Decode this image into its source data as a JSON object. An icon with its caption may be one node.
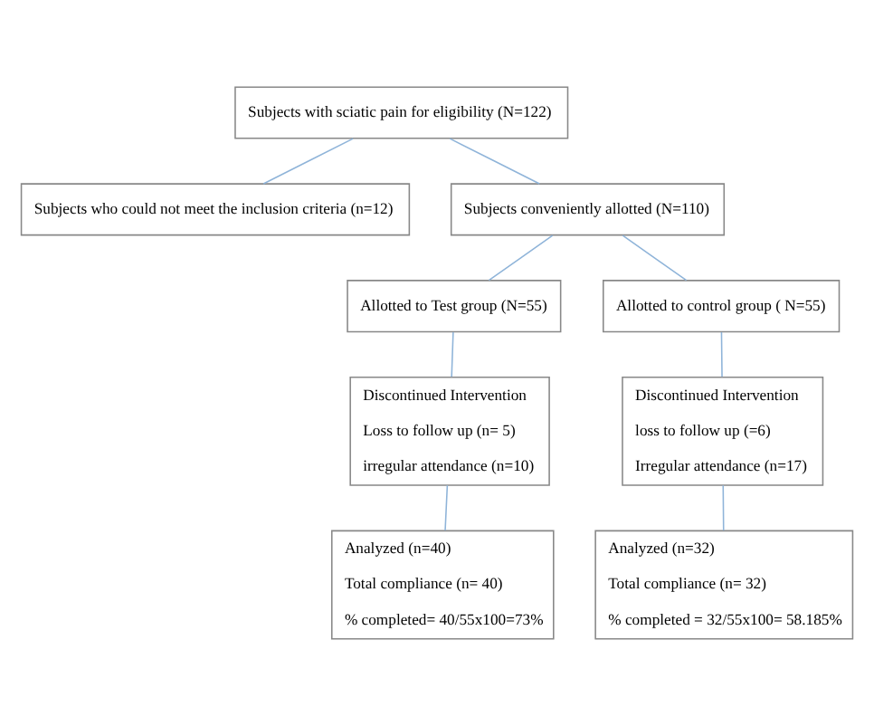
{
  "diagram": {
    "nodes": [
      {
        "text": [
          "Subjects with sciatic pain for eligibility (N=122)"
        ]
      },
      {
        "text": [
          "Subjects who could not meet the inclusion criteria (n=12)"
        ]
      },
      {
        "text": [
          "Subjects conveniently allotted (N=110)"
        ]
      },
      {
        "text": [
          "Allotted to Test group (N=55)"
        ]
      },
      {
        "text": [
          "Allotted to control group ( N=55)"
        ]
      },
      {
        "text": [
          "Discontinued Intervention",
          "Loss to follow up (n= 5)",
          "irregular attendance (n=10)"
        ]
      },
      {
        "text": [
          "Discontinued Intervention",
          "loss to follow up (=6)",
          "Irregular attendance (n=17)"
        ]
      },
      {
        "text": [
          "Analyzed (n=40)",
          "Total compliance (n= 40)",
          "% completed= 40/55x100=73%"
        ]
      },
      {
        "text": [
          "Analyzed (n=32)",
          "Total compliance (n= 32)",
          "% completed = 32/55x100= 58.185%"
        ]
      }
    ],
    "edges": [
      {
        "from": 0,
        "to": 1,
        "arrow": "none"
      },
      {
        "from": 0,
        "to": 2,
        "arrow": "none"
      },
      {
        "from": 2,
        "to": 3,
        "arrow": "none"
      },
      {
        "from": 2,
        "to": 4,
        "arrow": "none"
      },
      {
        "from": 3,
        "to": 5,
        "arrow": "none"
      },
      {
        "from": 4,
        "to": 6,
        "arrow": "none"
      },
      {
        "from": 5,
        "to": 7,
        "arrow": "none"
      },
      {
        "from": 6,
        "to": 8,
        "arrow": "none"
      }
    ]
  }
}
